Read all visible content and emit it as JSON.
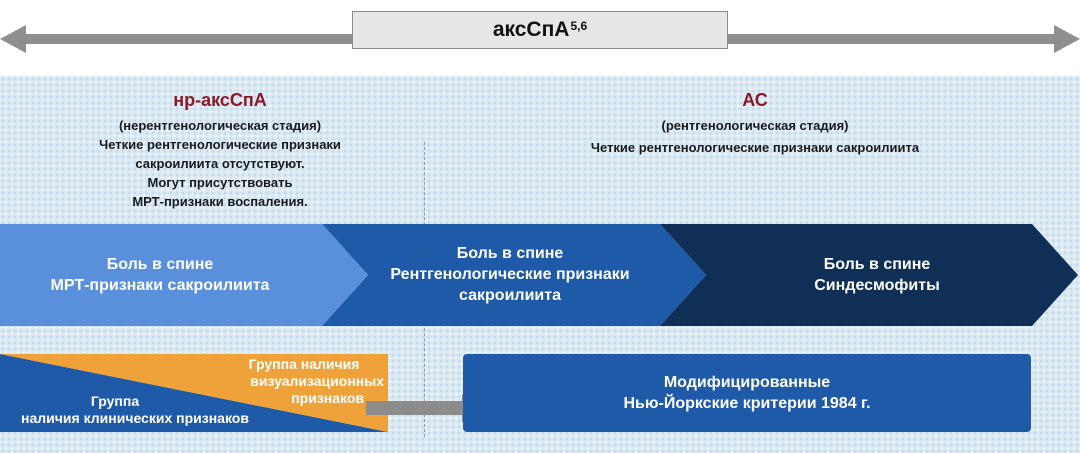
{
  "header": {
    "title": "аксСпА",
    "sup": "5,6"
  },
  "stage_left": {
    "title": "нр-аксСпА",
    "lines": [
      "(нерентгенологическая стадия)",
      "Четкие рентгенологические признаки",
      "сакроилиита отсутствуют.",
      "Могут присутствовать",
      "МРТ-признаки воспаления."
    ]
  },
  "stage_right": {
    "title": "АС",
    "lines": [
      "(рентгенологическая стадия)",
      "Четкие рентгенологические признаки сакроилиита"
    ]
  },
  "chevrons": [
    {
      "lines": [
        "Боль в спине",
        "МРТ-признаки сакроилиита"
      ],
      "color": "#5a8fdc"
    },
    {
      "lines": [
        "Боль в спине",
        "Рентгенологические признаки",
        "сакроилиита"
      ],
      "color": "#1f5aa8"
    },
    {
      "lines": [
        "Боль в спине",
        "Синдесмофиты"
      ],
      "color": "#0f2f57"
    }
  ],
  "groups": {
    "imaging": [
      "Группа наличия",
      "визуализационных",
      "признаков"
    ],
    "clinical": [
      "Группа",
      "наличия клинических признаков"
    ],
    "colors": {
      "orange": "#f0a23a",
      "blue": "#1f5aa8"
    }
  },
  "criteria": {
    "lines": [
      "Модифицированные",
      "Нью-Йоркские критерии 1984 г."
    ]
  }
}
